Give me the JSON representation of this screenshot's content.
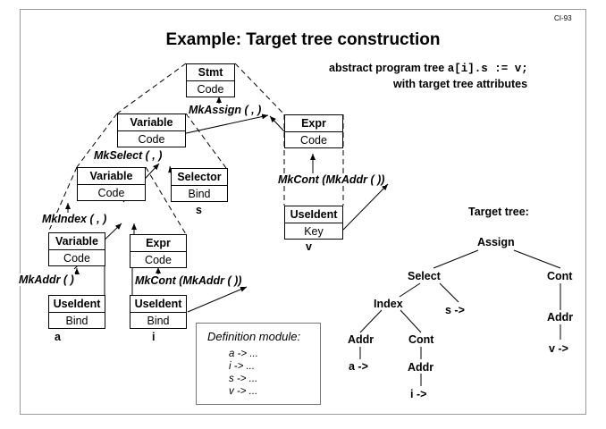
{
  "slide": {
    "id": "CI-93",
    "title": "Example: Target tree construction"
  },
  "heading": {
    "line1_prefix": "abstract program tree ",
    "line1_code": "a[i].s := v;",
    "line2": "with target tree attributes"
  },
  "nodes": {
    "stmt": {
      "name": "Stmt",
      "attr": "Code"
    },
    "variable_top": {
      "name": "Variable",
      "attr": "Code"
    },
    "variable_mid": {
      "name": "Variable",
      "attr": "Code"
    },
    "selector": {
      "name": "Selector",
      "attr": "Bind",
      "leaf": "s"
    },
    "variable_low": {
      "name": "Variable",
      "attr": "Code"
    },
    "expr_right": {
      "name": "Expr",
      "attr": "Code"
    },
    "expr_low": {
      "name": "Expr",
      "attr": "Code"
    },
    "useident_v": {
      "name": "UseIdent",
      "attr": "Key",
      "leaf": "v"
    },
    "useident_a": {
      "name": "UseIdent",
      "attr": "Bind",
      "leaf": "a"
    },
    "useident_i": {
      "name": "UseIdent",
      "attr": "Bind",
      "leaf": "i"
    }
  },
  "functions": {
    "mkassign": "MkAssign ( , )",
    "mkselect": "MkSelect ( , )",
    "mkindex": "MkIndex ( , )",
    "mkaddr": "MkAddr ( )",
    "mkcont_low": "MkCont (MkAddr ( ))",
    "mkcont_right": "MkCont (MkAddr ( ))"
  },
  "definition_module": {
    "title": "Definition module:",
    "lines": [
      "a -> ...",
      "i -> ...",
      "s -> ...",
      "v -> ..."
    ]
  },
  "target_tree": {
    "title": "Target tree:",
    "assign": "Assign",
    "select": "Select",
    "cont_right": "Cont",
    "index": "Index",
    "s_leaf": "s ->",
    "addr_right": "Addr",
    "addr_left": "Addr",
    "cont_left": "Cont",
    "v_leaf": "v ->",
    "a_leaf": "a ->",
    "addr_low": "Addr",
    "i_leaf": "i ->"
  }
}
